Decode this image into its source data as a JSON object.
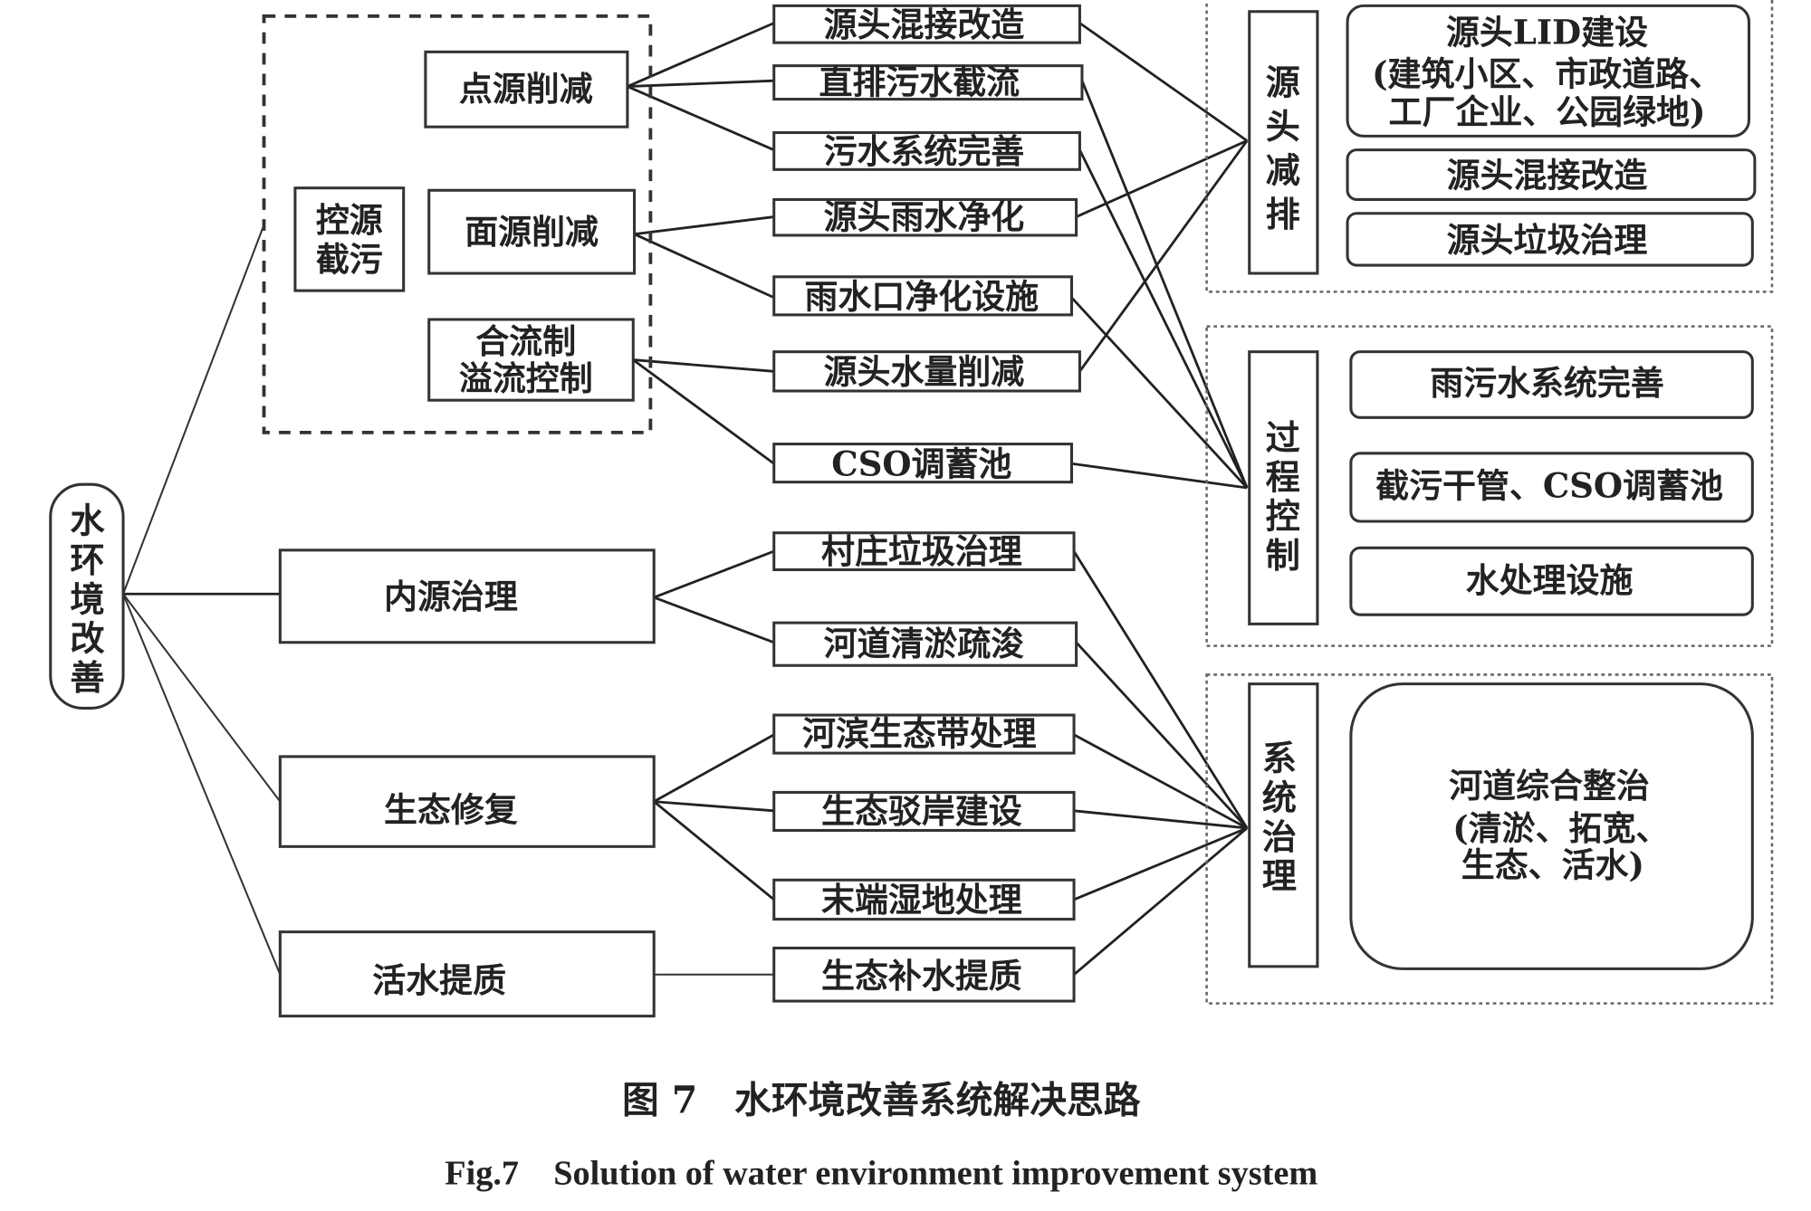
{
  "root": "水环境改善",
  "left": {
    "control_source": "控源截污",
    "control_source_lines": [
      "控源",
      "截污"
    ],
    "point_source": "点源削减",
    "nonpoint_source": "面源削减",
    "cso_control_lines": [
      "合流制",
      "溢流控制"
    ],
    "internal_source": "内源治理",
    "eco_restoration": "生态修复",
    "water_quality": "活水提质"
  },
  "measures": [
    "源头混接改造",
    "直排污水截流",
    "污水系统完善",
    "源头雨水净化",
    "雨水口净化设施",
    "源头水量削减",
    "CSO调蓄池",
    "村庄垃圾治理",
    "河道清淤疏浚",
    "河滨生态带处理",
    "生态驳岸建设",
    "末端湿地处理",
    "生态补水提质"
  ],
  "groups": [
    {
      "title": [
        "源",
        "头",
        "减",
        "排"
      ],
      "items": [
        {
          "lines": [
            "源头LID建设",
            "(建筑小区、市政道路、",
            "工厂企业、公园绿地)"
          ]
        },
        {
          "lines": [
            "源头混接改造"
          ]
        },
        {
          "lines": [
            "源头垃圾治理"
          ]
        }
      ]
    },
    {
      "title": [
        "过",
        "程",
        "控",
        "制"
      ],
      "items": [
        {
          "lines": [
            "雨污水系统完善"
          ]
        },
        {
          "lines": [
            "截污干管、CSO调蓄池"
          ]
        },
        {
          "lines": [
            "水处理设施"
          ]
        }
      ]
    },
    {
      "title": [
        "系",
        "统",
        "治",
        "理"
      ],
      "items": [
        {
          "lines": [
            "河道综合整治",
            "(清淤、拓宽、",
            "生态、活水)"
          ]
        }
      ]
    }
  ],
  "caption_cn": "图 7　水环境改善系统解决思路",
  "caption_en": "Fig.7　Solution of water environment improvement system"
}
